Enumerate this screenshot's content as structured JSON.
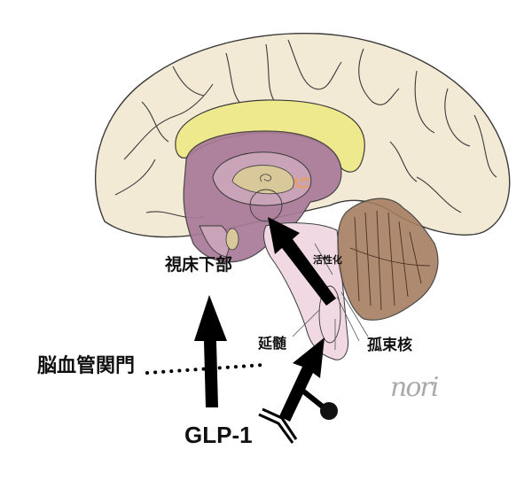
{
  "diagram": {
    "type": "brain sagittal section illustration",
    "labels": {
      "hypothalamus": "視床下部",
      "activation": "活性化",
      "medulla": "延髄",
      "nucleus_tractus_solitarius": "孤束核",
      "blood_brain_barrier": "脳血管関門",
      "hormone": "GLP-1"
    },
    "signature": "nori",
    "colors": {
      "cerebrum": "#f3ead6",
      "corpus_callosum": "#efe98e",
      "limbic": "#a97a98",
      "limbic_light": "#c9a3b8",
      "thalamus": "#d8c89a",
      "brainstem": "#f0d9e2",
      "cerebellum": "#a67e62",
      "outline": "#3a3a3a",
      "arrow": "#000000"
    },
    "arrows": [
      {
        "name": "arrow-to-hypothalamus",
        "from": "GLP-1 across 脳血管関門",
        "to": "視床下部"
      },
      {
        "name": "arrow-to-medulla",
        "from": "GLP-1 receptor",
        "to": "延髄"
      },
      {
        "name": "arrow-activation",
        "from": "孤束核",
        "to": "視床下部",
        "label": "活性化"
      }
    ]
  }
}
